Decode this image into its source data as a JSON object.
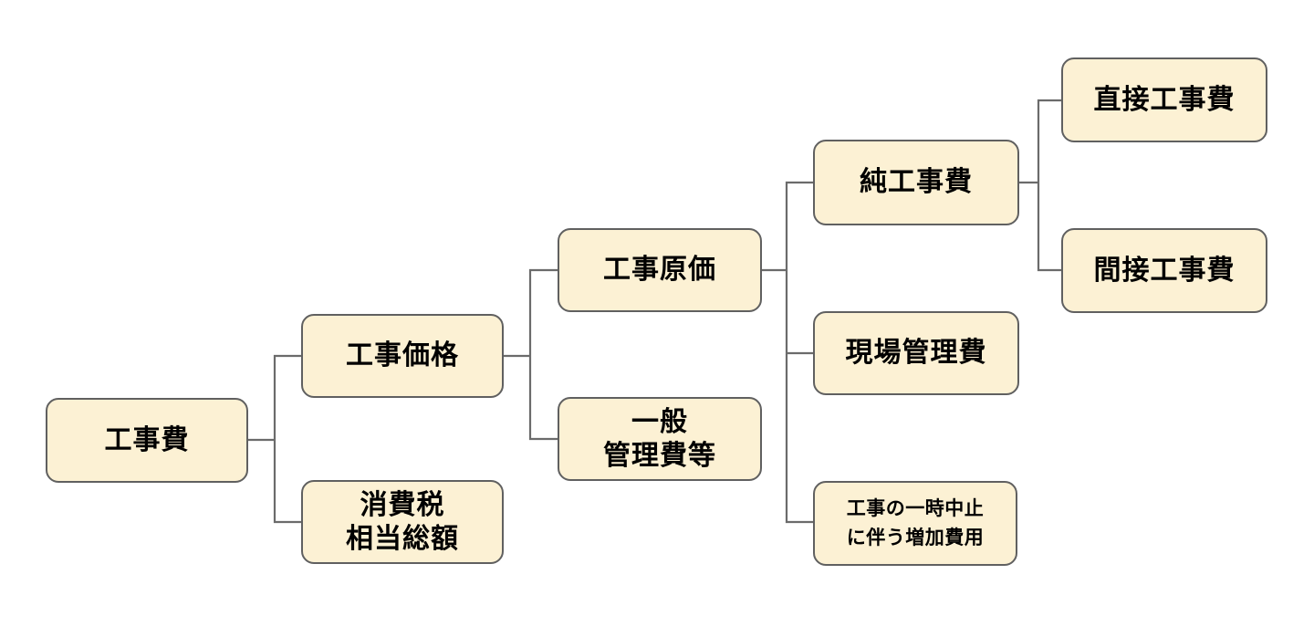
{
  "diagram": {
    "type": "tree",
    "direction": "left-to-right"
  },
  "colors": {
    "background": "#ffffff",
    "node_fill": "#fcf1d4",
    "node_border": "#606060",
    "connector": "#6b6b6b",
    "text": "#000000"
  },
  "nodes": [
    {
      "id": "construction-cost",
      "label": "工事費",
      "children": [
        "construction-price",
        "consumption-tax-equivalent-total"
      ]
    },
    {
      "id": "construction-price",
      "label": "工事価格",
      "children": [
        "construction-prime-cost",
        "general-admin-costs"
      ]
    },
    {
      "id": "consumption-tax-equivalent-total",
      "label": "消費税\n相当総額",
      "children": []
    },
    {
      "id": "construction-prime-cost",
      "label": "工事原価",
      "children": [
        "net-construction-cost",
        "site-management-cost",
        "suspension-increase-cost"
      ]
    },
    {
      "id": "general-admin-costs",
      "label": "一般\n管理費等",
      "children": []
    },
    {
      "id": "net-construction-cost",
      "label": "純工事費",
      "children": [
        "direct-construction-cost",
        "indirect-construction-cost"
      ]
    },
    {
      "id": "site-management-cost",
      "label": "現場管理費",
      "children": []
    },
    {
      "id": "suspension-increase-cost",
      "label": "工事の一時中止\nに伴う増加費用",
      "children": []
    },
    {
      "id": "direct-construction-cost",
      "label": "直接工事費",
      "children": []
    },
    {
      "id": "indirect-construction-cost",
      "label": "間接工事費",
      "children": []
    }
  ]
}
